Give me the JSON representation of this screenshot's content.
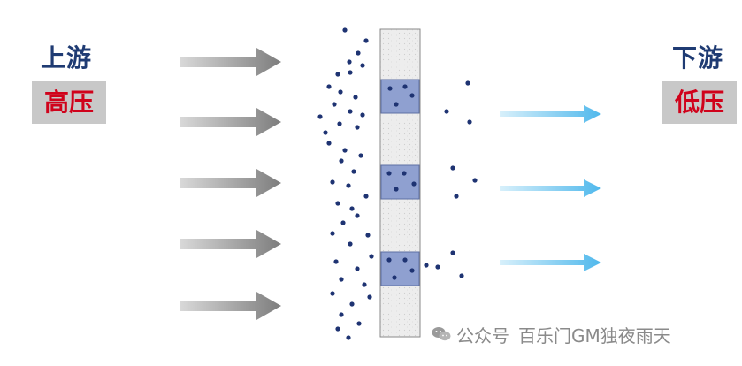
{
  "upstream": {
    "title": "上游",
    "pressure": "高压"
  },
  "downstream": {
    "title": "下游",
    "pressure": "低压"
  },
  "watermark": {
    "text1": "公众号",
    "text2": "百乐门GM独夜雨天"
  },
  "colors": {
    "title": "#1f3b73",
    "pressure_text": "#d0021b",
    "pressure_bg": "#c8c8c8",
    "arrow_in": "#7d7d7d",
    "arrow_out": "#6cc6f0",
    "particle": "#1e3372",
    "membrane": "#eeeeee",
    "pore": "#8fa0d0"
  },
  "icons": [
    "wechat-icon"
  ]
}
